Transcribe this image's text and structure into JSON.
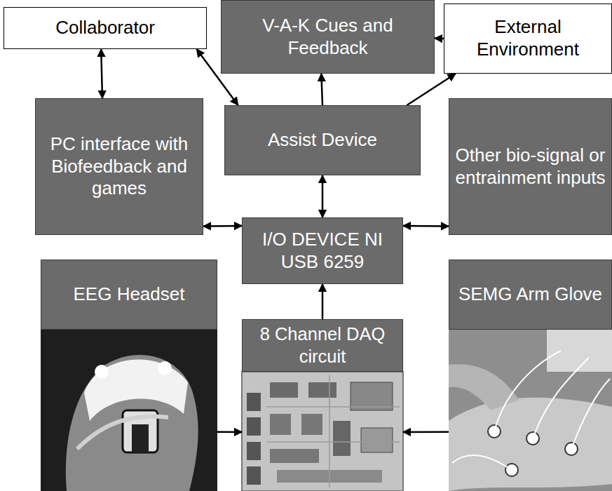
{
  "diagram": {
    "nodes": [
      {
        "text": [
          "Collaborator"
        ]
      },
      {
        "text": [
          "V-A-K Cues and Feedback"
        ]
      },
      {
        "text": [
          "External Environment"
        ]
      },
      {
        "text": [
          "PC interface with Biofeedback and games"
        ]
      },
      {
        "text": [
          "Assist Device"
        ]
      },
      {
        "text": [
          "Other bio-signal or entrainment inputs"
        ]
      },
      {
        "text": [
          "I/O DEVICE NI USB 6259"
        ]
      },
      {
        "text": [
          "EEG Headset"
        ]
      },
      {
        "text": [
          "8 Channel DAQ circuit"
        ]
      },
      {
        "text": [
          "SEMG Arm Glove"
        ]
      }
    ],
    "edges": [
      {
        "from": 0,
        "to": 3,
        "arrow": "both"
      },
      {
        "from": 0,
        "to": 4,
        "arrow": "both"
      },
      {
        "from": 4,
        "to": 1,
        "arrow": "to"
      },
      {
        "from": 2,
        "to": 1,
        "arrow": "to"
      },
      {
        "from": 4,
        "to": 2,
        "arrow": "to"
      },
      {
        "from": 4,
        "to": 6,
        "arrow": "both"
      },
      {
        "from": 3,
        "to": 6,
        "arrow": "both"
      },
      {
        "from": 6,
        "to": 5,
        "arrow": "both"
      },
      {
        "from": 8,
        "to": 6,
        "arrow": "to"
      },
      {
        "from": 7,
        "to": 8,
        "arrow": "to"
      },
      {
        "from": 9,
        "to": 8,
        "arrow": "to"
      }
    ]
  }
}
